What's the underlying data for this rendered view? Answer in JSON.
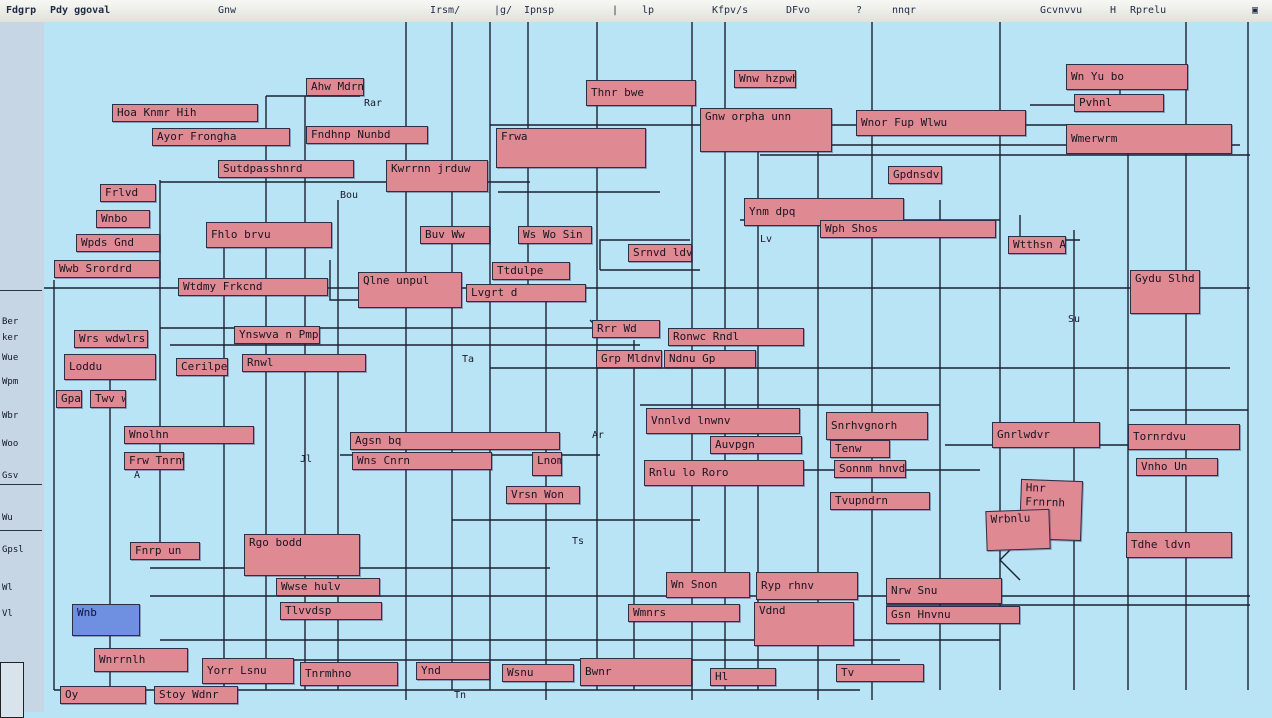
{
  "toolbar": {
    "items": [
      "Fdgrp",
      "Pdy ggoval",
      "Gnw",
      "Irsm/",
      "|g/",
      "Ipnsp",
      "|",
      "lp",
      "Kfpv/s",
      "DFvo",
      "?",
      "nnqr",
      "Gcvnvvu",
      "H",
      "Rprelu"
    ]
  },
  "left_panel": {
    "items": [
      "Ber",
      "ker",
      "Wue",
      "Wpm",
      "Wbr",
      "Woo",
      "Gsv",
      "Wu",
      "Gpsl",
      "Wl",
      "Vl"
    ]
  },
  "colors": {
    "canvas": "#b9e4f5",
    "node_fill": "#df8a92",
    "node_border": "#2a2f4a",
    "wire": "#1c2233",
    "accent_node": "#6f8fe0"
  },
  "nodes": [
    {
      "text": "Hoa Knmr Hih"
    },
    {
      "text": "Ayor Frongha"
    },
    {
      "text": "Fndhnp Nunbd"
    },
    {
      "text": "Sutdpasshnrd"
    },
    {
      "text": "Kwrrnn jrduw"
    },
    {
      "text": "Frlvd"
    },
    {
      "text": "Wnbo"
    },
    {
      "text": "Wpds Gnd"
    },
    {
      "text": "Wwb Srordrd"
    },
    {
      "text": "Wtdmy Frkcnd"
    },
    {
      "text": "Fhlo brvu"
    },
    {
      "text": "Ahw Mdrnsu"
    },
    {
      "text": "Buv Ww"
    },
    {
      "text": "Ws Wo Sin"
    },
    {
      "text": "Frwa"
    },
    {
      "text": "Thnr bwe"
    },
    {
      "text": "Wnw hzpwhw"
    },
    {
      "text": "Gnw orpha unn"
    },
    {
      "text": "Wnor Fup Wlwu"
    },
    {
      "text": "Wn Yu bo"
    },
    {
      "text": "Pvhnl"
    },
    {
      "text": "Wmerwrm"
    },
    {
      "text": "Gpdnsdv"
    },
    {
      "text": "Ynm dpq"
    },
    {
      "text": "Wph Shos"
    },
    {
      "text": "Wtthsn Aunb"
    },
    {
      "text": "Srnvd ldvi"
    },
    {
      "text": "Qlne unpul"
    },
    {
      "text": "Ttdulpe"
    },
    {
      "text": "Lvgrt d"
    },
    {
      "text": "Gydu Slhd"
    },
    {
      "text": "Ynswva n Pmpn"
    },
    {
      "text": "Wrs wdwlrs"
    },
    {
      "text": "Loddu"
    },
    {
      "text": "Cerilpe hun"
    },
    {
      "text": "Rnwl"
    },
    {
      "text": "Gpalyw Snp"
    },
    {
      "text": "Twv wnsu Ne"
    },
    {
      "text": "Rrr Wd"
    },
    {
      "text": "Ronwc Rndl"
    },
    {
      "text": "Grp Mldnvuul"
    },
    {
      "text": "Ndnu Gp"
    },
    {
      "text": "Vnnlvd lnwnv"
    },
    {
      "text": "Snrhvgnorh"
    },
    {
      "text": "Auvpgn"
    },
    {
      "text": "Rnlu lo Roro"
    },
    {
      "text": "Tenw"
    },
    {
      "text": "Sonnm hnvd"
    },
    {
      "text": "Tvupndrn"
    },
    {
      "text": "Wnolhn"
    },
    {
      "text": "Frw Tnrnwn"
    },
    {
      "text": "Agsn bq"
    },
    {
      "text": "Wns Cnrn"
    },
    {
      "text": "Lnom Dwlmo"
    },
    {
      "text": "Vrsn Won"
    },
    {
      "text": "Gnrlwdvr"
    },
    {
      "text": "Tornrdvu"
    },
    {
      "text": "Vnho Un"
    },
    {
      "text": "Hnr Frnrnh"
    },
    {
      "text": "Wrbnlu"
    },
    {
      "text": "Tdhe ldvn"
    },
    {
      "text": "Fnrp un"
    },
    {
      "text": "Rgo bodd"
    },
    {
      "text": "Wwse hulv"
    },
    {
      "text": "Tlvvdsp"
    },
    {
      "text": "Wn Snon"
    },
    {
      "text": "Ryp rhnv"
    },
    {
      "text": "Wmnrs"
    },
    {
      "text": "Vdnd"
    },
    {
      "text": "Nrw Snu"
    },
    {
      "text": "Gsn Hnvnu"
    },
    {
      "text": "Wnrrnlh"
    },
    {
      "text": "Yorr Lsnu"
    },
    {
      "text": "Tnrmhno"
    },
    {
      "text": "Ynd"
    },
    {
      "text": "Wsnu"
    },
    {
      "text": "Bwnr"
    },
    {
      "text": "Hl"
    },
    {
      "text": "Tv"
    },
    {
      "text": "Oy"
    },
    {
      "text": "Stoy Wdnr"
    },
    {
      "text": "Wnb"
    }
  ],
  "notes": [
    "Rar",
    "Bou",
    "Ta",
    "A",
    "Ts",
    "Jl",
    "Lv",
    "Ar",
    "Su",
    "Tn"
  ]
}
